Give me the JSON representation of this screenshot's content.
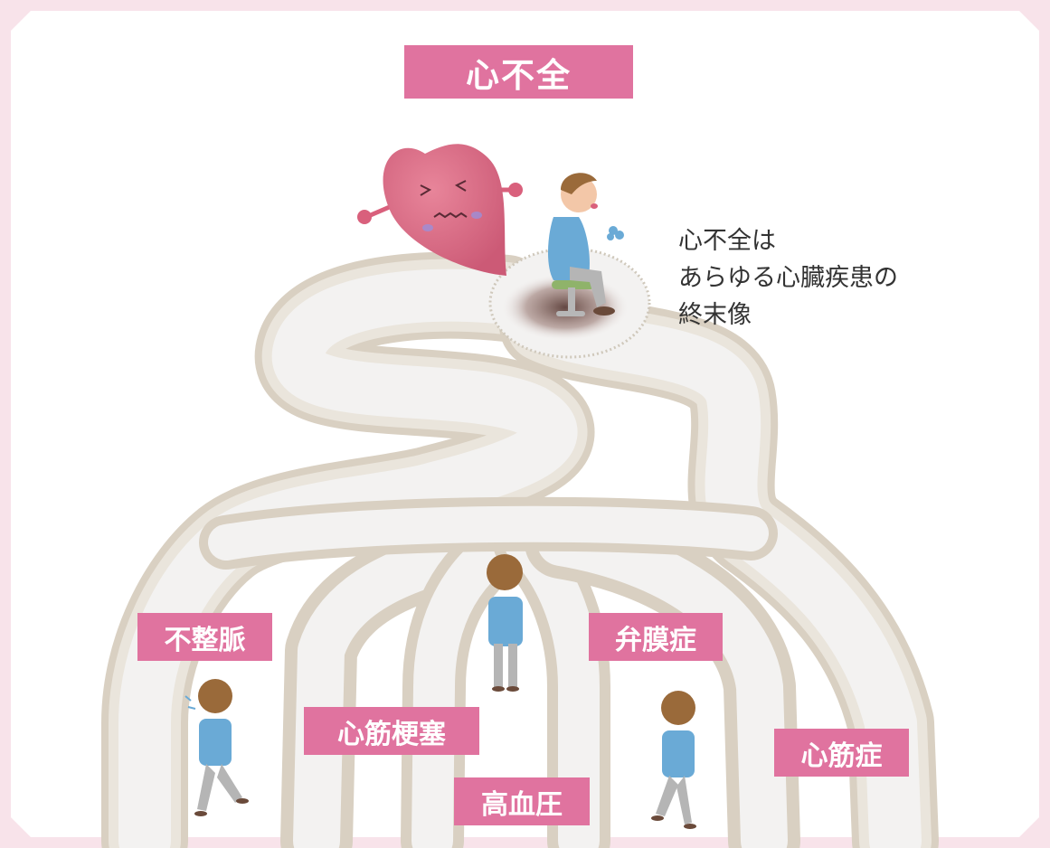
{
  "title": "心不全",
  "caption": {
    "line1": "心不全は",
    "line2": "あらゆる心臓疾患の",
    "line3": "終末像"
  },
  "causes": {
    "arrhythmia": "不整脈",
    "myocardial_infarction": "心筋梗塞",
    "hypertension": "高血圧",
    "valvular_disease": "弁膜症",
    "cardiomyopathy": "心筋症"
  },
  "colors": {
    "label_bg": "#e0739f",
    "border": "#f8e3ea",
    "heart": "#d9607c",
    "shirt": "#6aaad6"
  }
}
